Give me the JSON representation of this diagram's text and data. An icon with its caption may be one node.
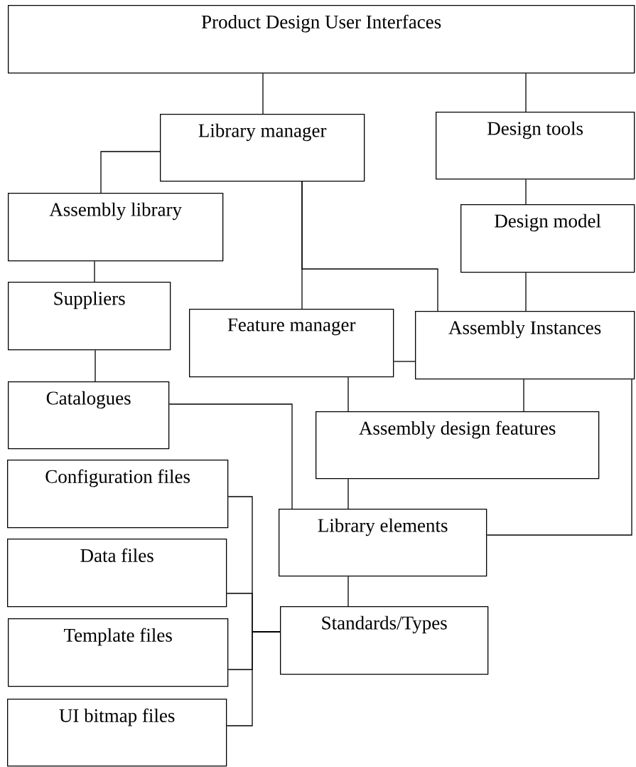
{
  "diagram": {
    "nodes": [
      {
        "text": [
          "Product Design User Interfaces"
        ]
      },
      {
        "text": [
          "Library manager"
        ]
      },
      {
        "text": [
          "Design tools"
        ]
      },
      {
        "text": [
          "Assembly library"
        ]
      },
      {
        "text": [
          "Design model"
        ]
      },
      {
        "text": [
          "Suppliers"
        ]
      },
      {
        "text": [
          "Feature manager"
        ]
      },
      {
        "text": [
          "Assembly Instances"
        ]
      },
      {
        "text": [
          "Catalogues"
        ]
      },
      {
        "text": [
          "Assembly design features"
        ]
      },
      {
        "text": [
          "Configuration files"
        ]
      },
      {
        "text": [
          "Data files"
        ]
      },
      {
        "text": [
          "Library elements"
        ]
      },
      {
        "text": [
          "Template files"
        ]
      },
      {
        "text": [
          "Standards/Types"
        ]
      },
      {
        "text": [
          "UI bitmap files"
        ]
      }
    ],
    "edges": [
      {
        "from": 0,
        "to": 1,
        "arrow": "none"
      },
      {
        "from": 0,
        "to": 2,
        "arrow": "none"
      },
      {
        "from": 1,
        "to": 3,
        "arrow": "none"
      },
      {
        "from": 1,
        "to": 6,
        "arrow": "none"
      },
      {
        "from": 1,
        "to": 7,
        "arrow": "none"
      },
      {
        "from": 2,
        "to": 4,
        "arrow": "none"
      },
      {
        "from": 3,
        "to": 5,
        "arrow": "none"
      },
      {
        "from": 4,
        "to": 7,
        "arrow": "none"
      },
      {
        "from": 5,
        "to": 8,
        "arrow": "none"
      },
      {
        "from": 6,
        "to": 7,
        "arrow": "none"
      },
      {
        "from": 6,
        "to": 9,
        "arrow": "none"
      },
      {
        "from": 7,
        "to": 9,
        "arrow": "none"
      },
      {
        "from": 8,
        "to": 12,
        "arrow": "none"
      },
      {
        "from": 9,
        "to": 12,
        "arrow": "none"
      },
      {
        "from": 12,
        "to": 7,
        "arrow": "none"
      },
      {
        "from": 12,
        "to": 14,
        "arrow": "none"
      },
      {
        "from": 10,
        "to": 14,
        "arrow": "none"
      },
      {
        "from": 11,
        "to": 14,
        "arrow": "none"
      },
      {
        "from": 13,
        "to": 14,
        "arrow": "none"
      },
      {
        "from": 15,
        "to": 14,
        "arrow": "none"
      }
    ]
  }
}
